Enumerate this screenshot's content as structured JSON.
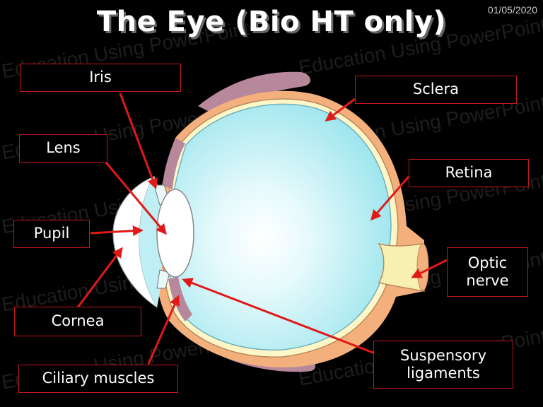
{
  "title": "The Eye (Bio HT only)",
  "date": "01/05/2020",
  "watermark": "Education Using PowerPoint",
  "labels": {
    "iris": "Iris",
    "lens": "Lens",
    "pupil": "Pupil",
    "cornea": "Cornea",
    "ciliary": "Ciliary muscles",
    "sclera": "Sclera",
    "retina": "Retina",
    "optic": "Optic nerve",
    "suspensory": "Suspensory ligaments"
  },
  "colors": {
    "arrow": "#e01919",
    "sclera": "#f4b07c",
    "vitreous": "#a8ecf2",
    "muscle": "#b7879c",
    "label_border": "#c0161b"
  }
}
